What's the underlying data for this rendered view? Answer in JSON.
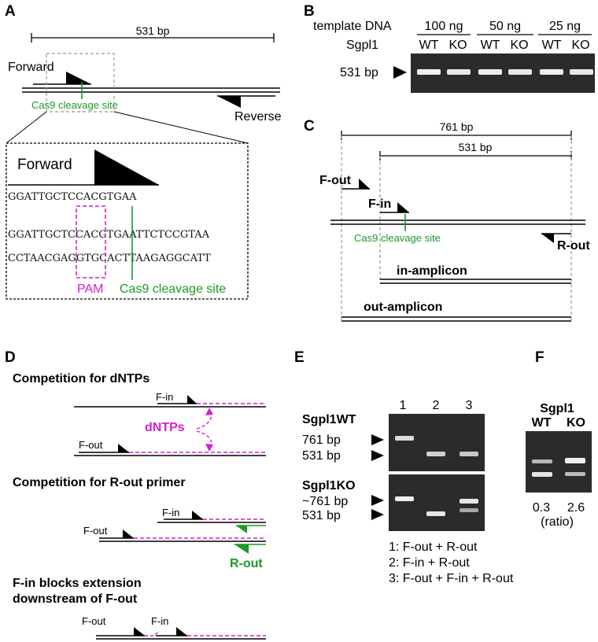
{
  "panel_letters": {
    "a": "A",
    "b": "B",
    "c": "C",
    "d": "D",
    "e": "E",
    "f": "F"
  },
  "panelA": {
    "length": "531 bp",
    "forward": "Forward",
    "reverse": "Reverse",
    "cleavage": "Cas9 cleavage site",
    "zoom_forward": "Forward",
    "primer_seq": "GGATTGCTCCACGTGAA",
    "top_strand": "GGATTGCTCCACGTGAATTCTCCGTAA",
    "bottom_strand": "CCTAACGAGGTGCACTTAAGAGGCATT",
    "pam": "PAM",
    "zoom_cleavage": "Cas9 cleavage site"
  },
  "panelB": {
    "template_label": "template DNA",
    "amounts": [
      "100 ng",
      "50 ng",
      "25 ng"
    ],
    "gene_label": "Sgpl1",
    "genotypes": [
      "WT",
      "KO",
      "WT",
      "KO",
      "WT",
      "KO"
    ],
    "band_label": "531 bp"
  },
  "panelC": {
    "length_out": "761 bp",
    "length_in": "531 bp",
    "f_out": "F-out",
    "f_in": "F-in",
    "r_out": "R-out",
    "cleavage": "Cas9 cleavage site",
    "in_amplicon": "in-amplicon",
    "out_amplicon": "out-amplicon"
  },
  "panelD": {
    "title1": "Competition for dNTPs",
    "f_in1": "F-in",
    "f_out1": "F-out",
    "dntps": "dNTPs",
    "title2": "Competition for R-out primer",
    "f_in2": "F-in",
    "f_out2": "F-out",
    "r_out": "R-out",
    "title3_line1": "F-in blocks extension",
    "title3_line2": "downstream of F-out",
    "f_out3": "F-out",
    "f_in3": "F-in"
  },
  "panelE": {
    "lanes": [
      "1",
      "2",
      "3"
    ],
    "wt_label": "Sgpl1WT",
    "ko_label": "Sgpl1KO",
    "wt_bands": [
      "761 bp",
      "531 bp"
    ],
    "ko_bands": [
      "~761 bp",
      "531 bp"
    ],
    "legend": [
      "1: F-out + R-out",
      "2: F-in + R-out",
      "3: F-out + F-in + R-out"
    ]
  },
  "panelF": {
    "gene": "Sgpl1",
    "genotypes": [
      "WT",
      "KO"
    ],
    "values": [
      "0.3",
      "2.6"
    ],
    "ratio": "(ratio)"
  },
  "colors": {
    "green": "#1a9a2a",
    "magenta": "#d31fd3",
    "gel_bg": "#2b2b2b"
  }
}
